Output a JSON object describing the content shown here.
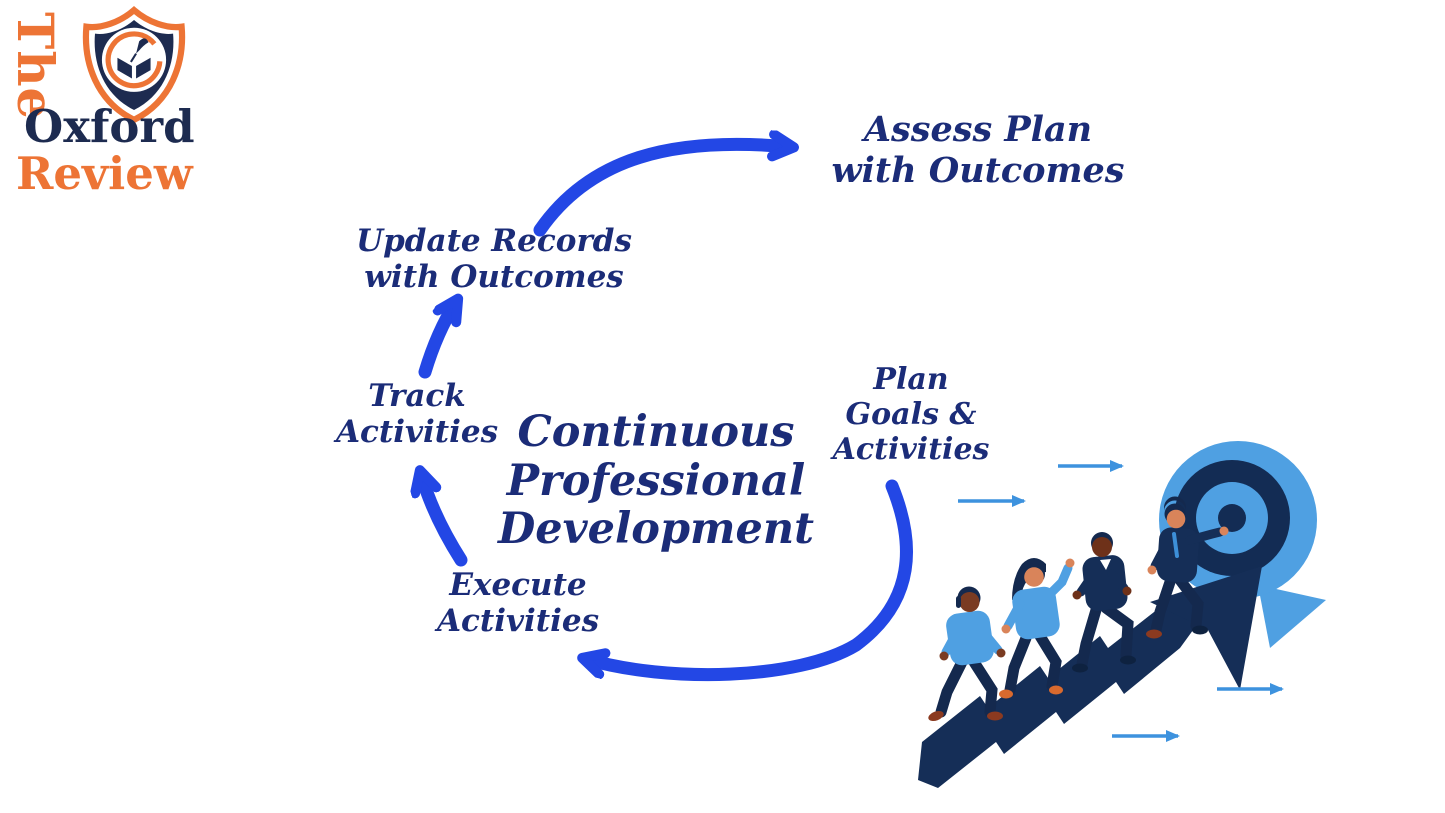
{
  "logo": {
    "line1": "The",
    "line2": "Oxford",
    "line3": "Review",
    "emblem": "shield-book-quill-icon"
  },
  "cycle": {
    "center_label": "Continuous\nProfessional\nDevelopment",
    "steps": [
      {
        "label": "Plan\nGoals &\nActivities"
      },
      {
        "label": "Execute\nActivities"
      },
      {
        "label": "Track\nActivities"
      },
      {
        "label": "Update Records\nwith Outcomes"
      },
      {
        "label": "Assess Plan\nwith Outcomes"
      }
    ],
    "arrows": [
      "update-to-assess",
      "track-to-update",
      "execute-to-track",
      "plan-to-execute"
    ]
  },
  "illustration": {
    "elements": [
      "target-bullseye",
      "growth-zigzag-arrow",
      "four-people-climbing",
      "speed-arrows"
    ],
    "people_count": 4,
    "speed_arrow_count": 4
  },
  "colors": {
    "script_text": "#1B2C78",
    "cycle_arrow": "#2347E5",
    "logo_navy": "#1D2B50",
    "logo_orange": "#ED7435",
    "illustration_navy": "#152E57",
    "illustration_light_blue": "#4FA0E2",
    "speed_arrow_blue": "#3D92DE"
  }
}
